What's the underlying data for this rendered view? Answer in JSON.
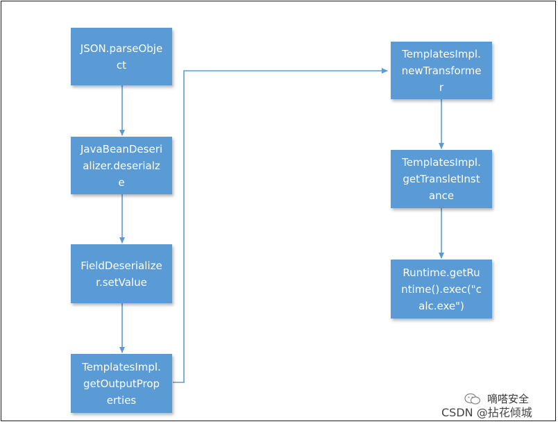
{
  "nodes": [
    {
      "id": "parse-object",
      "text": "JSON.parseObje\nct"
    },
    {
      "id": "javabean-deserialize",
      "text": "JavaBeanDeseri\nalizer.deserialz\ne"
    },
    {
      "id": "field-set-value",
      "text": "FieldDeserialize\nr.setValue"
    },
    {
      "id": "get-output-properties",
      "text": "TemplatesImpl.\ngetOutputProp\nerties"
    },
    {
      "id": "new-transformer",
      "text": "TemplatesImpl.\nnewTransforme\nr"
    },
    {
      "id": "get-translet-instance",
      "text": "TemplatesImpl.\ngetTransletInst\nance"
    },
    {
      "id": "runtime-exec",
      "text": "Runtime.getRu\nntime().exec(\"c\nalc.exe\")"
    }
  ],
  "watermark": {
    "line1": "嘀嗒安全",
    "line2": "CSDN @拈花倾城"
  },
  "colors": {
    "node_fill": "#5b9bd5",
    "node_text": "#ffffff",
    "edge": "#5b9bd5"
  }
}
